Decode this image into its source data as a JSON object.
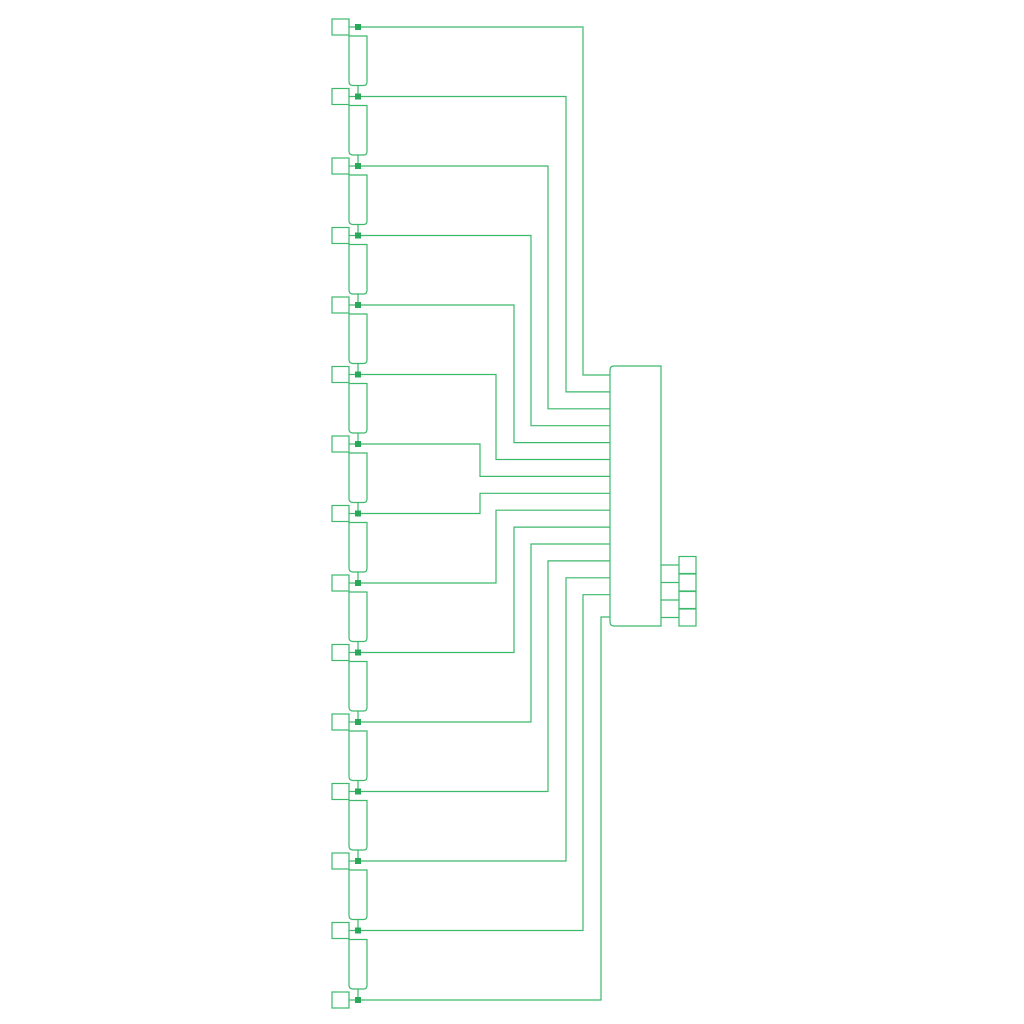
{
  "diagram": {
    "kind": "circuit-schematic",
    "colors": {
      "wire": "#3cb96b",
      "junction": "#2aa85a",
      "background": "#ffffff"
    },
    "input_pin_count": 15,
    "chain_segment_count": 14,
    "bus_line_count": 15,
    "output_pin_count": 4,
    "labels": []
  }
}
